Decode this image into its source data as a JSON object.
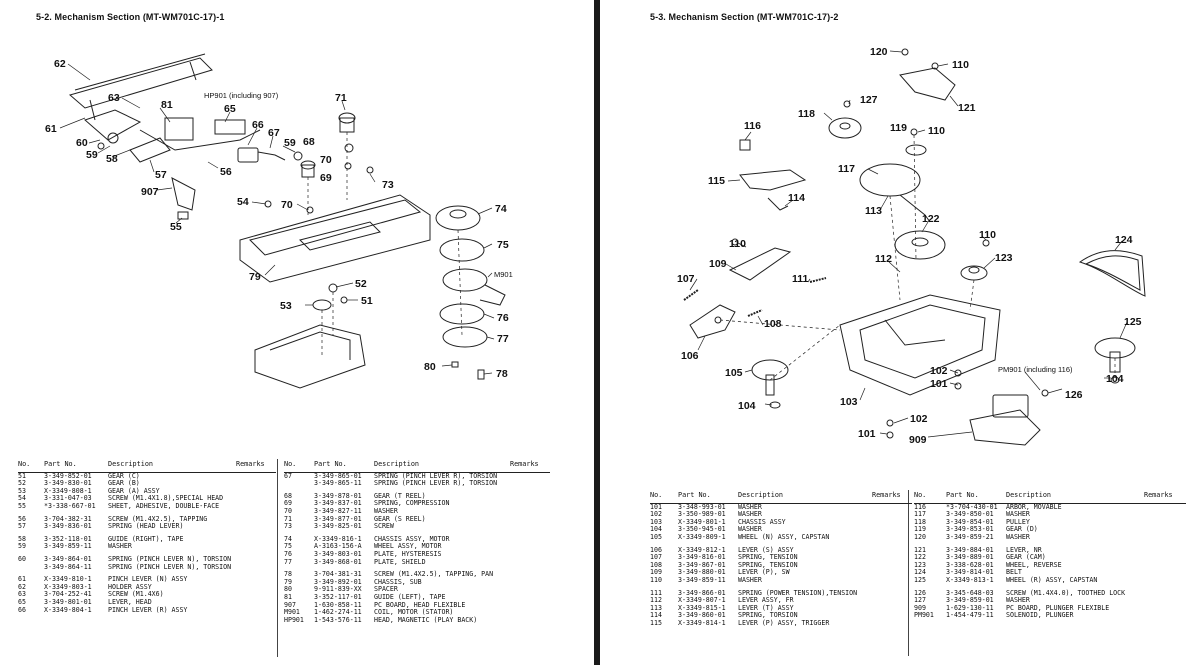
{
  "left_page": {
    "title": "5-2.  Mechanism Section (MT-WM701C-17)-1",
    "callouts": {
      "c62": "62",
      "c63": "63",
      "c81": "81",
      "hp901": "HP901 (including 907)",
      "c65": "65",
      "c71": "71",
      "c61": "61",
      "c60": "60",
      "c59a": "59",
      "c58": "58",
      "c66": "66",
      "c67": "67",
      "c68": "68",
      "c59b": "59",
      "c70a": "70",
      "c69": "69",
      "c73": "73",
      "c57": "57",
      "c56": "56",
      "c907": "907",
      "c55": "55",
      "c54": "54",
      "c70b": "70",
      "c74": "74",
      "c75": "75",
      "m901": "M901",
      "c79": "79",
      "c52": "52",
      "c53": "53",
      "c51": "51",
      "c76": "76",
      "c77": "77",
      "c80": "80",
      "c78": "78"
    },
    "table": {
      "headers": {
        "no": "No.",
        "part": "Part No.",
        "desc": "Description",
        "remarks": "Remarks"
      },
      "left_rows": [
        {
          "no": "51",
          "part": "3-349-852-01",
          "desc": "GEAR (C)"
        },
        {
          "no": "52",
          "part": "3-349-830-01",
          "desc": "GEAR (B)"
        },
        {
          "no": "53",
          "part": "X-3349-808-1",
          "desc": "GEAR (A) ASSY"
        },
        {
          "no": "54",
          "part": "3-331-047-03",
          "desc": "SCREW (M1.4X1.8),SPECIAL HEAD"
        },
        {
          "no": "55",
          "part": "*3-338-667-01",
          "desc": "SHEET, ADHESIVE, DOUBLE-FACE"
        },
        {
          "no": "56",
          "part": "3-704-382-31",
          "desc": "SCREW (M1.4X2.5), TAPPING",
          "gap": true
        },
        {
          "no": "57",
          "part": "3-349-836-01",
          "desc": "SPRING (HEAD LEVER)"
        },
        {
          "no": "58",
          "part": "3-352-118-01",
          "desc": "GUIDE (RIGHT), TAPE",
          "gap": true
        },
        {
          "no": "59",
          "part": "3-349-859-11",
          "desc": "WASHER"
        },
        {
          "no": "60",
          "part": "3-349-864-01",
          "desc": "SPRING (PINCH LEVER N), TORSION",
          "gap": true
        },
        {
          "no": "",
          "part": "3-349-864-11",
          "desc": "SPRING (PINCH LEVER N), TORSION"
        },
        {
          "no": "61",
          "part": "X-3349-810-1",
          "desc": "PINCH LEVER (N) ASSY",
          "gap": true
        },
        {
          "no": "62",
          "part": "X-3349-803-1",
          "desc": "HOLDER ASSY"
        },
        {
          "no": "63",
          "part": "3-704-252-41",
          "desc": "SCREW (M1.4X6)"
        },
        {
          "no": "65",
          "part": "3-349-801-01",
          "desc": "LEVER, HEAD"
        },
        {
          "no": "66",
          "part": "X-3349-804-1",
          "desc": "PINCH LEVER (R) ASSY"
        }
      ],
      "right_rows": [
        {
          "no": "67",
          "part": "3-349-865-01",
          "desc": "SPRING (PINCH LEVER R), TORSION"
        },
        {
          "no": "",
          "part": "3-349-865-11",
          "desc": "SPRING (PINCH LEVER R), TORSION"
        },
        {
          "no": "68",
          "part": "3-349-878-01",
          "desc": "GEAR (T REEL)",
          "gap": true
        },
        {
          "no": "69",
          "part": "3-349-837-01",
          "desc": "SPRING, COMPRESSION"
        },
        {
          "no": "70",
          "part": "3-349-827-11",
          "desc": "WASHER"
        },
        {
          "no": "71",
          "part": "3-349-877-01",
          "desc": "GEAR (S REEL)"
        },
        {
          "no": "73",
          "part": "3-349-825-01",
          "desc": "SCREW"
        },
        {
          "no": "74",
          "part": "X-3349-816-1",
          "desc": "CHASSIS ASSY, MOTOR",
          "gap": true
        },
        {
          "no": "75",
          "part": "A-3163-156-A",
          "desc": "WHEEL ASSY, MOTOR"
        },
        {
          "no": "76",
          "part": "3-349-803-01",
          "desc": "PLATE, HYSTERESIS"
        },
        {
          "no": "77",
          "part": "3-349-868-01",
          "desc": "PLATE, SHIELD"
        },
        {
          "no": "78",
          "part": "3-704-381-31",
          "desc": "SCREW (M1.4X2.5), TAPPING, PAN",
          "gap": true
        },
        {
          "no": "79",
          "part": "3-349-892-01",
          "desc": "CHASSIS, SUB"
        },
        {
          "no": "80",
          "part": "9-911-839-XX",
          "desc": "SPACER"
        },
        {
          "no": "81",
          "part": "3-352-117-01",
          "desc": "GUIDE (LEFT), TAPE"
        },
        {
          "no": "907",
          "part": "1-630-858-11",
          "desc": "PC BOARD, HEAD FLEXIBLE"
        },
        {
          "no": "M901",
          "part": "1-462-274-11",
          "desc": "COIL, MOTOR (STATOR)"
        },
        {
          "no": "HP901",
          "part": "1-543-576-11",
          "desc": "HEAD, MAGNETIC (PLAY BACK)"
        }
      ]
    }
  },
  "right_page": {
    "title": "5-3.  Mechanism Section (MT-WM701C-17)-2",
    "callouts": {
      "c120": "120",
      "c110a": "110",
      "c127": "127",
      "c118": "118",
      "c121": "121",
      "c116": "116",
      "c119": "119",
      "c110b": "110",
      "c117": "117",
      "c115": "115",
      "c114": "114",
      "c113": "113",
      "c122": "122",
      "c110c": "110",
      "c124": "124",
      "c110d": "110",
      "c109": "109",
      "c112": "112",
      "c123": "123",
      "c107": "107",
      "c111": "111",
      "c108": "108",
      "c106": "106",
      "c125": "125",
      "c105": "105",
      "c102a": "102",
      "c101a": "101",
      "pm901": "PM901 (including 116)",
      "c126": "126",
      "c104a": "104",
      "c104b": "104",
      "c103": "103",
      "c102b": "102",
      "c101b": "101",
      "c909": "909"
    },
    "table": {
      "headers": {
        "no": "No.",
        "part": "Part No.",
        "desc": "Description",
        "remarks": "Remarks"
      },
      "left_rows": [
        {
          "no": "101",
          "part": "3-348-993-01",
          "desc": "WASHER"
        },
        {
          "no": "102",
          "part": "3-350-989-01",
          "desc": "WASHER"
        },
        {
          "no": "103",
          "part": "X-3349-801-1",
          "desc": "CHASSIS ASSY"
        },
        {
          "no": "104",
          "part": "3-350-945-01",
          "desc": "WASHER"
        },
        {
          "no": "105",
          "part": "X-3349-809-1",
          "desc": "WHEEL (N) ASSY, CAPSTAN"
        },
        {
          "no": "106",
          "part": "X-3349-812-1",
          "desc": "LEVER (S) ASSY",
          "gap": true
        },
        {
          "no": "107",
          "part": "3-349-816-01",
          "desc": "SPRING, TENSION"
        },
        {
          "no": "108",
          "part": "3-349-867-01",
          "desc": "SPRING, TENSION"
        },
        {
          "no": "109",
          "part": "3-349-880-01",
          "desc": "LEVER (P), SW"
        },
        {
          "no": "110",
          "part": "3-349-859-11",
          "desc": "WASHER"
        },
        {
          "no": "111",
          "part": "3-349-866-01",
          "desc": "SPRING (POWER TENSION),TENSION",
          "gap": true
        },
        {
          "no": "112",
          "part": "X-3349-807-1",
          "desc": "LEVER ASSY, FR"
        },
        {
          "no": "113",
          "part": "X-3349-815-1",
          "desc": "LEVER (T) ASSY"
        },
        {
          "no": "114",
          "part": "3-349-860-01",
          "desc": "SPRING, TORSION"
        },
        {
          "no": "115",
          "part": "X-3349-814-1",
          "desc": "LEVER (P) ASSY, TRIGGER"
        }
      ],
      "right_rows": [
        {
          "no": "116",
          "part": "*3-704-430-01",
          "desc": "ARBOR, MOVABLE"
        },
        {
          "no": "117",
          "part": "3-349-850-01",
          "desc": "WASHER"
        },
        {
          "no": "118",
          "part": "3-349-854-01",
          "desc": "PULLEY"
        },
        {
          "no": "119",
          "part": "3-349-853-01",
          "desc": "GEAR (D)"
        },
        {
          "no": "120",
          "part": "3-349-859-21",
          "desc": "WASHER"
        },
        {
          "no": "121",
          "part": "3-349-884-01",
          "desc": "LEVER, NR",
          "gap": true
        },
        {
          "no": "122",
          "part": "3-349-889-01",
          "desc": "GEAR (CAM)"
        },
        {
          "no": "123",
          "part": "3-338-628-01",
          "desc": "WHEEL, REVERSE"
        },
        {
          "no": "124",
          "part": "3-349-814-01",
          "desc": "BELT"
        },
        {
          "no": "125",
          "part": "X-3349-813-1",
          "desc": "WHEEL (R) ASSY, CAPSTAN"
        },
        {
          "no": "126",
          "part": "3-345-648-03",
          "desc": "SCREW (M1.4X4.0), TOOTHED LOCK",
          "gap": true
        },
        {
          "no": "127",
          "part": "3-349-859-01",
          "desc": "WASHER"
        },
        {
          "no": "909",
          "part": "1-629-130-11",
          "desc": "PC BOARD, PLUNGER FLEXIBLE"
        },
        {
          "no": "PM901",
          "part": "1-454-479-11",
          "desc": "SOLENOID, PLUNGER"
        }
      ]
    }
  }
}
